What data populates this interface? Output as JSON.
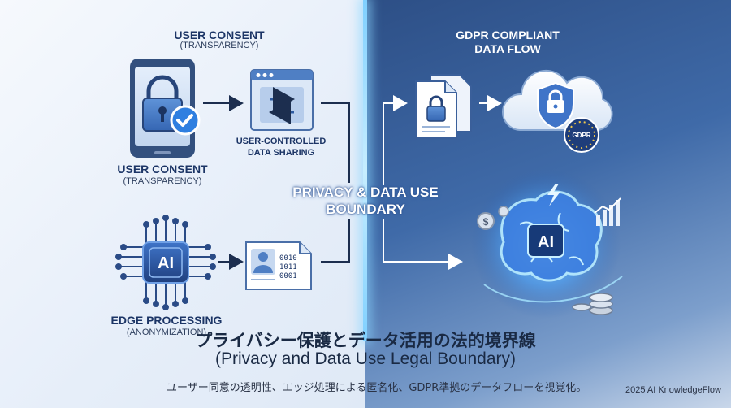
{
  "labels": {
    "top_left_title": "USER CONSENT",
    "top_left_sub": "(TRANSPARENCY)",
    "phone_title": "USER CONSENT",
    "phone_sub": "(TRANSPARENCY)",
    "sharing_line1": "USER-CONTROLLED",
    "sharing_line2": "DATA SHARING",
    "boundary_line1": "PRIVACY & DATA USE",
    "boundary_line2": "BOUNDARY",
    "gdpr_line1": "GDPR COMPLIANT",
    "gdpr_line2": "DATA FLOW",
    "edge_title": "EDGE PROCESSING",
    "edge_sub": "(ANONYMIZATION)",
    "chip_text": "AI",
    "brain_text": "AI",
    "gdpr_badge": "GDPR",
    "binary_1": "0010",
    "binary_2": "1011",
    "binary_3": "0001",
    "coin_symbol": "$"
  },
  "footer": {
    "title_jp": "プライバシー保護とデータ活用の法的境界線",
    "title_en": "(Privacy and Data Use Legal Boundary)",
    "caption": "ユーザー同意の透明性、エッジ処理による匿名化、GDPR準拠のデータフローを視覚化。",
    "credit": "2025 AI KnowledgeFlow"
  },
  "colors": {
    "accent_blue": "#3f74c8",
    "dark_navy": "#1c3566",
    "glow_cyan": "#8fd8ff",
    "check_blue": "#2f7fe0"
  }
}
